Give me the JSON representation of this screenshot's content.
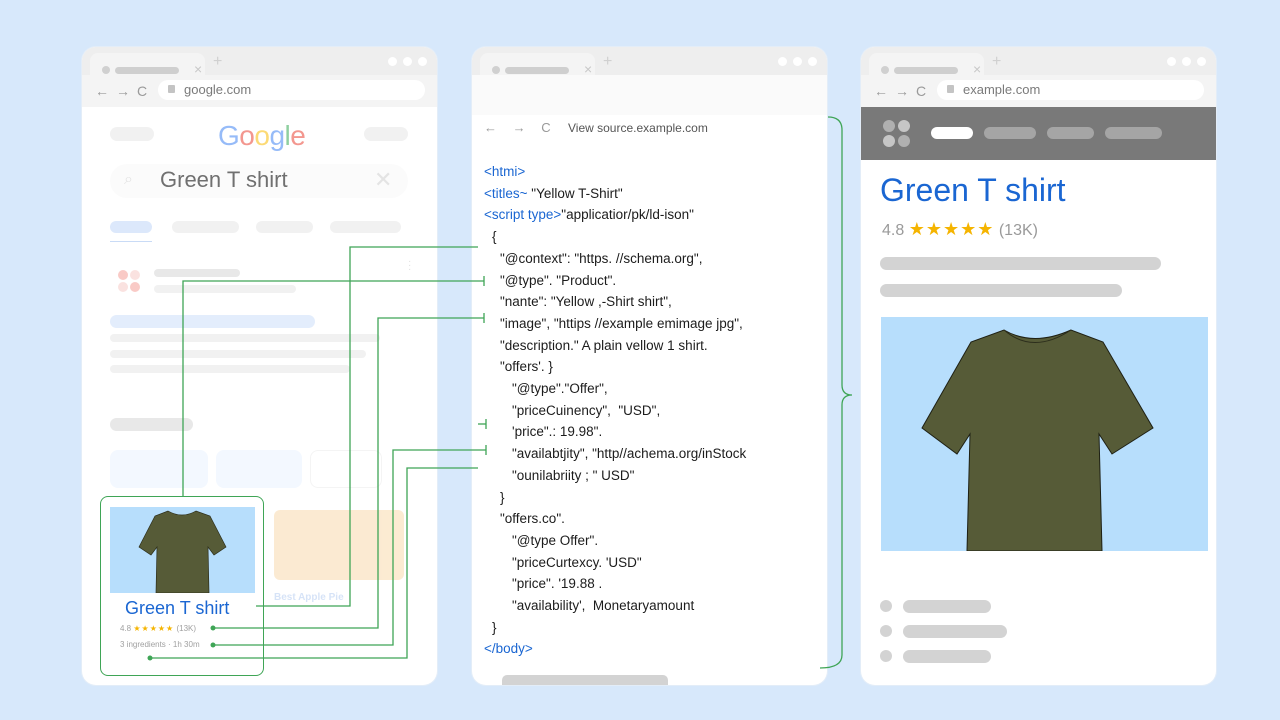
{
  "left_browser": {
    "url": "google.com",
    "logo": "Google",
    "search_query": "Green T shirt",
    "result_card": {
      "title": "Green T shirt",
      "rating": "4.8",
      "stars": "★★★★★",
      "reviews": "(13K)",
      "meta": "3 ingredients · 1h 30m"
    },
    "faded_card": {
      "title": "Best Apple Pie"
    }
  },
  "middle_browser": {
    "url": "View source.example.com",
    "code_lines": [
      {
        "text": "<htmi>",
        "type": "tag",
        "indent": 0
      },
      {
        "text": "<titles~ \"Yellow T-Shirt\"",
        "type": "mixed",
        "indent": 0
      },
      {
        "text": "<script type>\"applicatior/pk/ld-ison\"",
        "type": "mixed",
        "indent": 0
      },
      {
        "text": "{",
        "type": "text",
        "indent": 1
      },
      {
        "text": "\"@context\": \"https. //schema.org\",",
        "type": "text",
        "indent": 2
      },
      {
        "text": "\"@type\". \"Product\".",
        "type": "text",
        "indent": 2
      },
      {
        "text": "\"nante\": \"Yellow ,-Shirt shirt\",",
        "type": "text",
        "indent": 2
      },
      {
        "text": "\"image\", \"httips //example emimage jpg\",",
        "type": "text",
        "indent": 2
      },
      {
        "text": "\"description.\" A plain vellow 1 shirt.",
        "type": "text",
        "indent": 2
      },
      {
        "text": "\"offers'. }",
        "type": "text",
        "indent": 2
      },
      {
        "text": "\"@type\".\"Offer\",",
        "type": "text",
        "indent": 3
      },
      {
        "text": "\"priceCuinency\",  \"USD\",",
        "type": "text",
        "indent": 3
      },
      {
        "text": "'price\".: 19.98\".",
        "type": "text",
        "indent": 3
      },
      {
        "text": "\"availabtjity\", \"http//achema.org/inStock",
        "type": "text",
        "indent": 3
      },
      {
        "text": "\"ounilabriity ; \" USD\"",
        "type": "text",
        "indent": 3
      },
      {
        "text": "}",
        "type": "text",
        "indent": 2
      },
      {
        "text": "\"offers.co\".",
        "type": "text",
        "indent": 2
      },
      {
        "text": "\"@type Offer\".",
        "type": "text",
        "indent": 3
      },
      {
        "text": "\"priceCurtexcy. 'USD\"",
        "type": "text",
        "indent": 3
      },
      {
        "text": "\"price\". '19.88 .",
        "type": "text",
        "indent": 3
      },
      {
        "text": "\"availability',  Monetaryamount",
        "type": "text",
        "indent": 3
      },
      {
        "text": "}",
        "type": "text",
        "indent": 1
      },
      {
        "text": "</body>",
        "type": "tag",
        "indent": 0
      }
    ]
  },
  "right_browser": {
    "url": "example.com",
    "title": "Green T shirt",
    "rating": "4.8",
    "stars": "★★★★★",
    "reviews": "(13K)"
  },
  "icons": {
    "back": "←",
    "forward": "→",
    "reload": "C",
    "close_tab": "×",
    "new_tab": "+",
    "search": "⌕",
    "clear": "✕"
  },
  "colors": {
    "background": "#d7e8fb",
    "connector_green": "#3fa556",
    "link_blue": "#1a66d2",
    "star_yellow": "#f5b400",
    "shirt_green": "#565b37",
    "image_bg": "#b7defc"
  }
}
